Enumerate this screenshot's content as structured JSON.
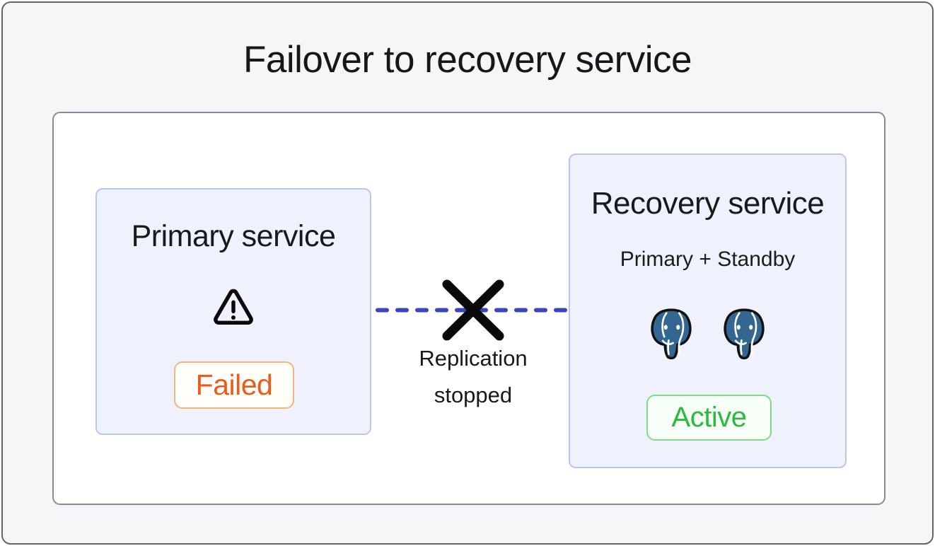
{
  "title": "Failover to recovery service",
  "diagram": {
    "primary_box": {
      "title": "Primary service",
      "status_label": "Failed",
      "icon": "warning-triangle"
    },
    "recovery_box": {
      "title": "Recovery service",
      "subtitle": "Primary + Standby",
      "status_label": "Active",
      "icons": [
        "postgresql-elephant",
        "postgresql-elephant"
      ]
    },
    "connection": {
      "label": "Replication stopped",
      "type": "dashed-line-with-break-x",
      "line_color": "#3A45BE",
      "x_mark_color": "#0A0A0A"
    }
  },
  "colors": {
    "page_background": "#F5F6F8",
    "page_border": "#64646C",
    "panel_background": "#FFFFFF",
    "panel_border": "#8A8A94",
    "service_box_background": "#EFF2FC",
    "service_box_border": "#BAC6EF",
    "heading_text": "#17191D",
    "failed_text": "#EC5B1C",
    "failed_border": "#F4B47E",
    "failed_background": "#FFFEF9",
    "active_text": "#2CB93F",
    "active_border": "#7EDB86",
    "active_background": "#F7FDF7",
    "postgres_blue": "#336791"
  }
}
